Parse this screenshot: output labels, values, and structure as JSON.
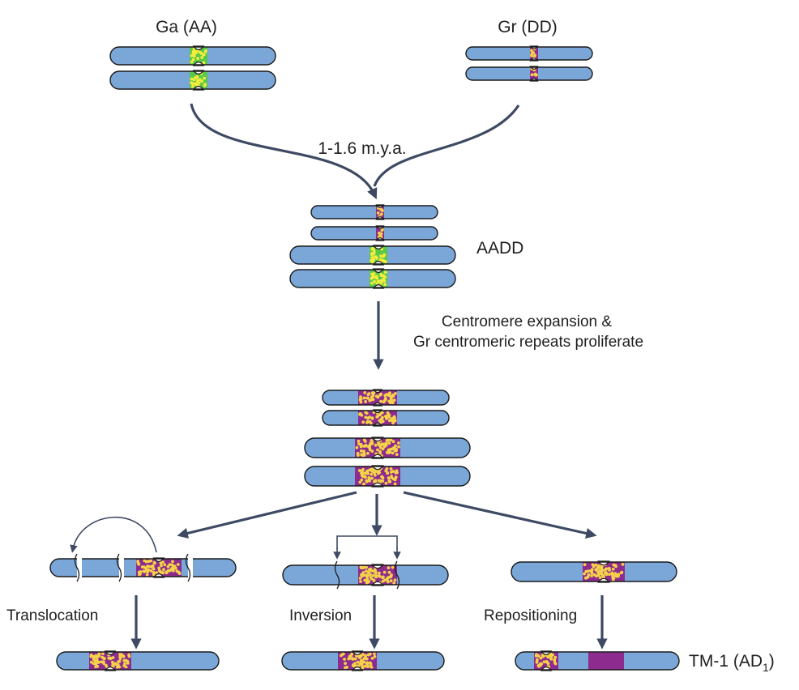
{
  "labels": {
    "ga": "Ga (AA)",
    "gr": "Gr (DD)",
    "time": "1-1.6 m.y.a.",
    "aadd": "AADD",
    "step_line1": "Centromere expansion &",
    "step_line2": "Gr centromeric repeats proliferate",
    "translocation": "Translocation",
    "inversion": "Inversion",
    "repositioning": "Repositioning",
    "tm1_main": "TM-1 (AD",
    "tm1_sub": "1",
    "tm1_close": ")"
  },
  "colors": {
    "chromosome": "#7ba7d8",
    "outline": "#1a1a1a",
    "arrow": "#3e4a63",
    "ga_centromere": "#58c84a",
    "ga_dots": "#f2ec3c",
    "gr_centromere": "#8e2b8e",
    "gr_dots": "#f4d24a"
  }
}
